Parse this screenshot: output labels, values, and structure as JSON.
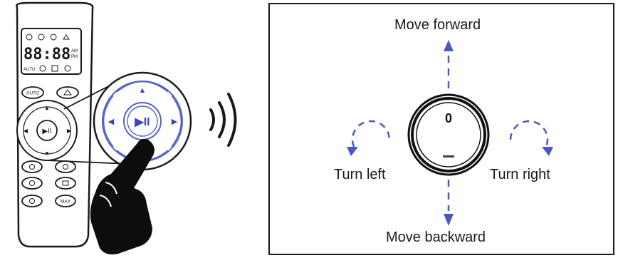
{
  "remote": {
    "display_digits": "88:88",
    "am_label": "AM",
    "pm_label": "PM",
    "auto_button": "AUTO",
    "max_button": "MAX",
    "auto_status": "AUTO"
  },
  "diagram": {
    "move_forward": "Move forward",
    "move_backward": "Move backward",
    "turn_left": "Turn left",
    "turn_right": "Turn right",
    "robot_front_mark": "0"
  },
  "colors": {
    "arrow_blue": "#4a58c6",
    "line": "#1a1a1a",
    "dpad_outline": "#5563c8"
  }
}
